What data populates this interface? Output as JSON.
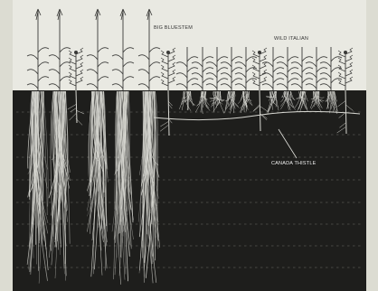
{
  "labels": {
    "left_species": "BIG BLUESTEM",
    "right_species": "WILD ITALIAN",
    "weed": "CANADA THISTLE"
  },
  "colors": {
    "sky": "#e9e9e2",
    "soil": "#1e1e1c",
    "root": "#d8d8d2",
    "plant": "#3a3a38",
    "frame": "#dcdcd2"
  }
}
